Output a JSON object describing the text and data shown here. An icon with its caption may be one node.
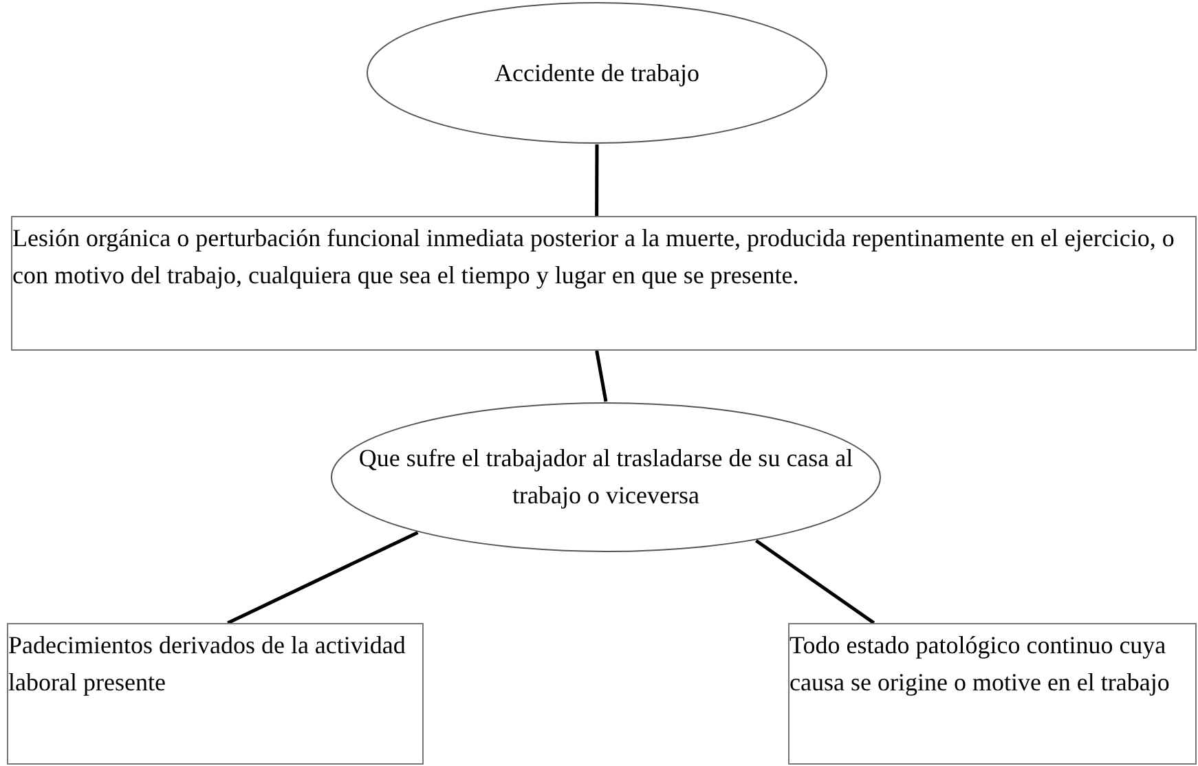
{
  "diagram": {
    "nodes": [
      {
        "text": [
          "Accidente de trabajo"
        ]
      },
      {
        "text": [
          "Lesión orgánica o perturbación funcional inmediata posterior a la muerte, producida repentinamente en el ejercicio, o con motivo del trabajo, cualquiera que sea el tiempo y lugar en que se presente."
        ]
      },
      {
        "text": [
          "Que sufre el trabajador al trasladarse de su casa al trabajo o viceversa"
        ]
      },
      {
        "text": [
          "Padecimientos derivados de la actividad laboral presente"
        ]
      },
      {
        "text": [
          "Todo estado patológico continuo cuya causa se origine o motive en el trabajo"
        ]
      }
    ],
    "edges": [
      {
        "from": 0,
        "to": 1,
        "arrow": "none"
      },
      {
        "from": 1,
        "to": 2,
        "arrow": "none"
      },
      {
        "from": 2,
        "to": 3,
        "arrow": "none"
      },
      {
        "from": 2,
        "to": 4,
        "arrow": "none"
      }
    ]
  }
}
